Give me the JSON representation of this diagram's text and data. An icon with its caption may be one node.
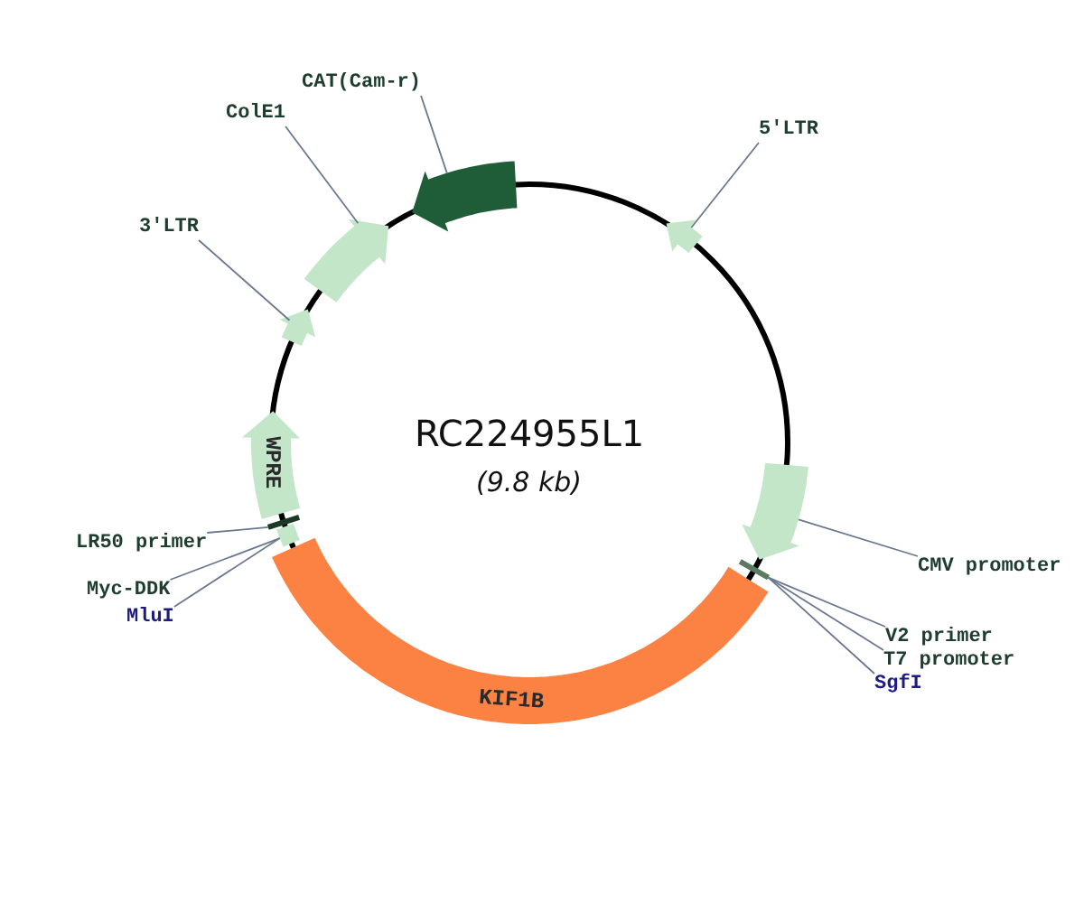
{
  "diagram": {
    "title": "RC224955L1",
    "nodes": [
      {
        "text": [
          "CAT(Cam-r)"
        ]
      },
      {
        "text": [],
        "shape": "arrow"
      },
      {
        "text": [
          "ColE1"
        ]
      },
      {
        "text": [],
        "shape": "arrow"
      },
      {
        "text": [
          "5'LTR"
        ]
      },
      {
        "text": [],
        "shape": "arrow"
      },
      {
        "text": [
          "3'LTR"
        ]
      },
      {
        "text": [],
        "shape": "arrow"
      },
      {
        "text": [
          "WPRE"
        ]
      },
      {
        "text": [
          "LR50 primer"
        ]
      },
      {
        "text": [],
        "shape": "bar"
      },
      {
        "text": [
          "Myc-DDK"
        ]
      },
      {
        "text": [],
        "shape": "box"
      },
      {
        "text": [
          "MluI"
        ]
      },
      {
        "text": [
          "KIF1B"
        ]
      },
      {
        "text": [
          "CMV promoter"
        ]
      },
      {
        "text": [],
        "shape": "arrow"
      },
      {
        "text": [
          "V2 primer"
        ]
      },
      {
        "text": [],
        "shape": "bar"
      },
      {
        "text": [
          "T7 promoter"
        ]
      },
      {
        "text": [
          "SgfI"
        ]
      }
    ],
    "edges": [
      {
        "from": 0,
        "to": 1,
        "arrow": "none"
      },
      {
        "from": 2,
        "to": 3,
        "arrow": "none"
      },
      {
        "from": 4,
        "to": 5,
        "arrow": "none"
      },
      {
        "from": 6,
        "to": 7,
        "arrow": "none"
      },
      {
        "from": 9,
        "to": 10,
        "arrow": "none"
      },
      {
        "from": 11,
        "to": 12,
        "arrow": "none"
      },
      {
        "from": 13,
        "to": 12,
        "arrow": "none"
      },
      {
        "from": 15,
        "to": 16,
        "arrow": "none"
      },
      {
        "from": 17,
        "to": 18,
        "arrow": "none"
      },
      {
        "from": 19,
        "to": 18,
        "arrow": "none"
      },
      {
        "from": 20,
        "to": 18,
        "arrow": "none"
      }
    ],
    "labels": [
      "(9.8 kb)"
    ]
  }
}
